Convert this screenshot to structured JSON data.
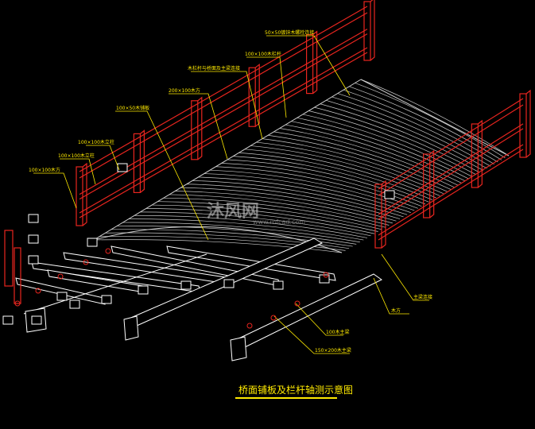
{
  "title": "桥面铺板及栏杆轴测示意图",
  "watermark": {
    "brand": "沐风网",
    "url": "www.mfcad.com"
  },
  "callouts": [
    {
      "id": "c1",
      "text": "50×50镀锌木螺栓连接"
    },
    {
      "id": "c2",
      "text": "100×100木栏杆"
    },
    {
      "id": "c3",
      "text": "木栏杆与桥面及主梁连接"
    },
    {
      "id": "c4",
      "text": "200×100木方"
    },
    {
      "id": "c5",
      "text": "100×50木铺板"
    },
    {
      "id": "c6",
      "text": "100×100木立柱"
    },
    {
      "id": "c7",
      "text": "100×100木立柱"
    },
    {
      "id": "c8",
      "text": "100×100木方"
    },
    {
      "id": "c9",
      "text": "主梁连接"
    },
    {
      "id": "c10",
      "text": "木方"
    },
    {
      "id": "c11",
      "text": "100木主梁"
    },
    {
      "id": "c12",
      "text": "150×200木主梁"
    }
  ],
  "colors": {
    "rail": "#e8251f",
    "deck": "#c8c8c8",
    "label": "#ffea00",
    "beam": "#ffffff"
  }
}
